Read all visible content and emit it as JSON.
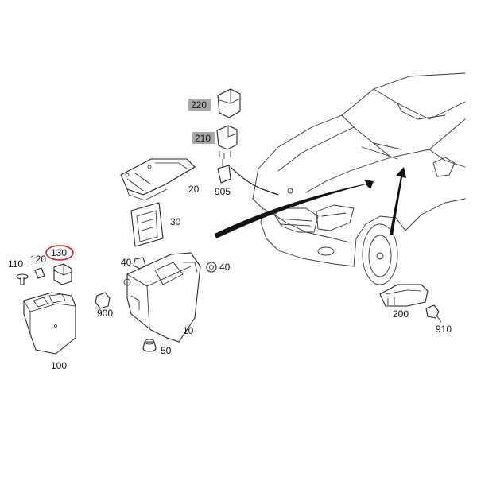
{
  "parts": {
    "p10": "10",
    "p20": "20",
    "p30": "30",
    "p40a": "40",
    "p40b": "40",
    "p50": "50",
    "p100": "100",
    "p110": "110",
    "p120": "120",
    "p130": "130",
    "p200": "200",
    "p210": "210",
    "p220": "220",
    "p900": "900",
    "p905": "905",
    "p910": "910"
  },
  "colors": {
    "highlight_circle": "#e02020",
    "label_box": "#a9a9a9",
    "line": "#222222"
  }
}
